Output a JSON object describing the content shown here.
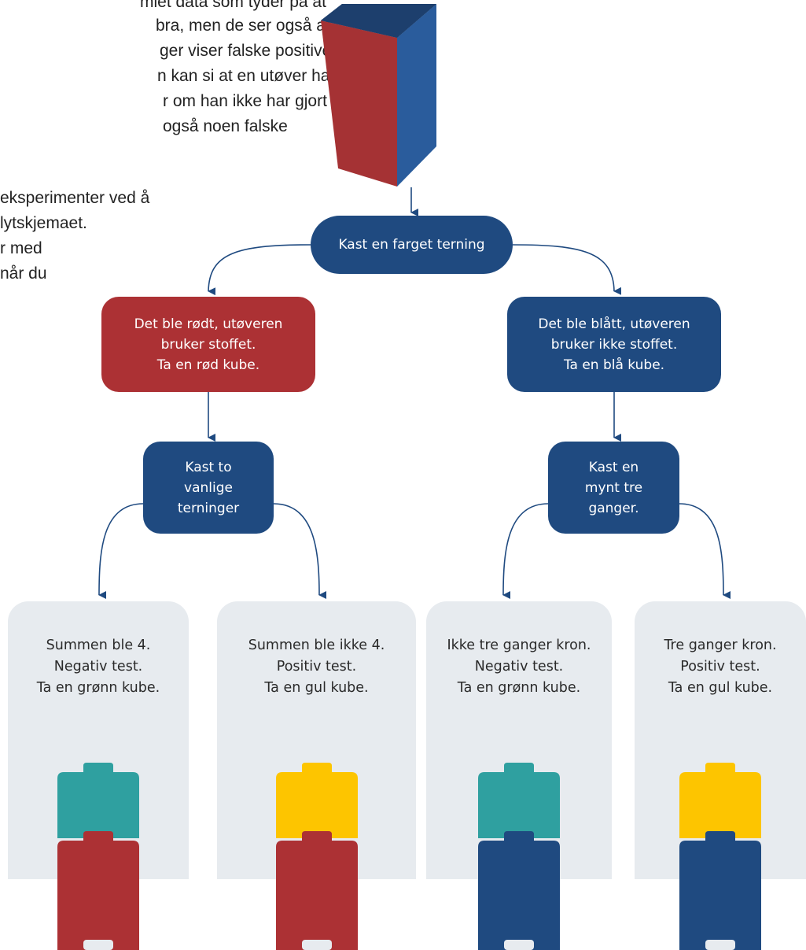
{
  "intro_text": {
    "lines": [
      "miet data som tyder på at",
      "bra, men de ser også at",
      "ger viser falske positive.",
      "n kan si at en utøver har",
      "r om han ikke har gjort",
      " også noen falske",
      "eksperimenter ved å",
      "lytskjemaet.",
      "r med",
      "når du"
    ]
  },
  "colors": {
    "blue": "#1f4a80",
    "red": "#ac3134",
    "teal": "#2fa0a0",
    "yellow": "#fdc500",
    "leaf_bg": "#e7ebef"
  },
  "diagram": {
    "start": {
      "label": "Kast en farget terning"
    },
    "branch_red": {
      "lines": [
        "Det ble rødt, utøveren",
        "bruker stoffet.",
        "Ta en rød kube."
      ]
    },
    "branch_blue": {
      "lines": [
        "Det ble blått, utøveren",
        "bruker ikke stoffet.",
        "Ta en blå kube."
      ]
    },
    "step_dice": {
      "lines": [
        "Kast to",
        "vanlige",
        "terninger"
      ]
    },
    "step_coin": {
      "lines": [
        "Kast en",
        "mynt tre",
        "ganger."
      ]
    },
    "outcomes": [
      {
        "lines": [
          "Summen ble 4.",
          "Negativ test.",
          "Ta en grønn kube."
        ],
        "top_cube": "teal",
        "bottom_cube": "red"
      },
      {
        "lines": [
          "Summen ble ikke 4.",
          "Positiv test.",
          "Ta en gul kube."
        ],
        "top_cube": "yellow",
        "bottom_cube": "red"
      },
      {
        "lines": [
          "Ikke tre ganger kron.",
          "Negativ test.",
          "Ta en grønn kube."
        ],
        "top_cube": "teal",
        "bottom_cube": "blue"
      },
      {
        "lines": [
          "Tre ganger kron.",
          "Positiv test.",
          "Ta en gul kube."
        ],
        "top_cube": "yellow",
        "bottom_cube": "blue"
      }
    ]
  }
}
